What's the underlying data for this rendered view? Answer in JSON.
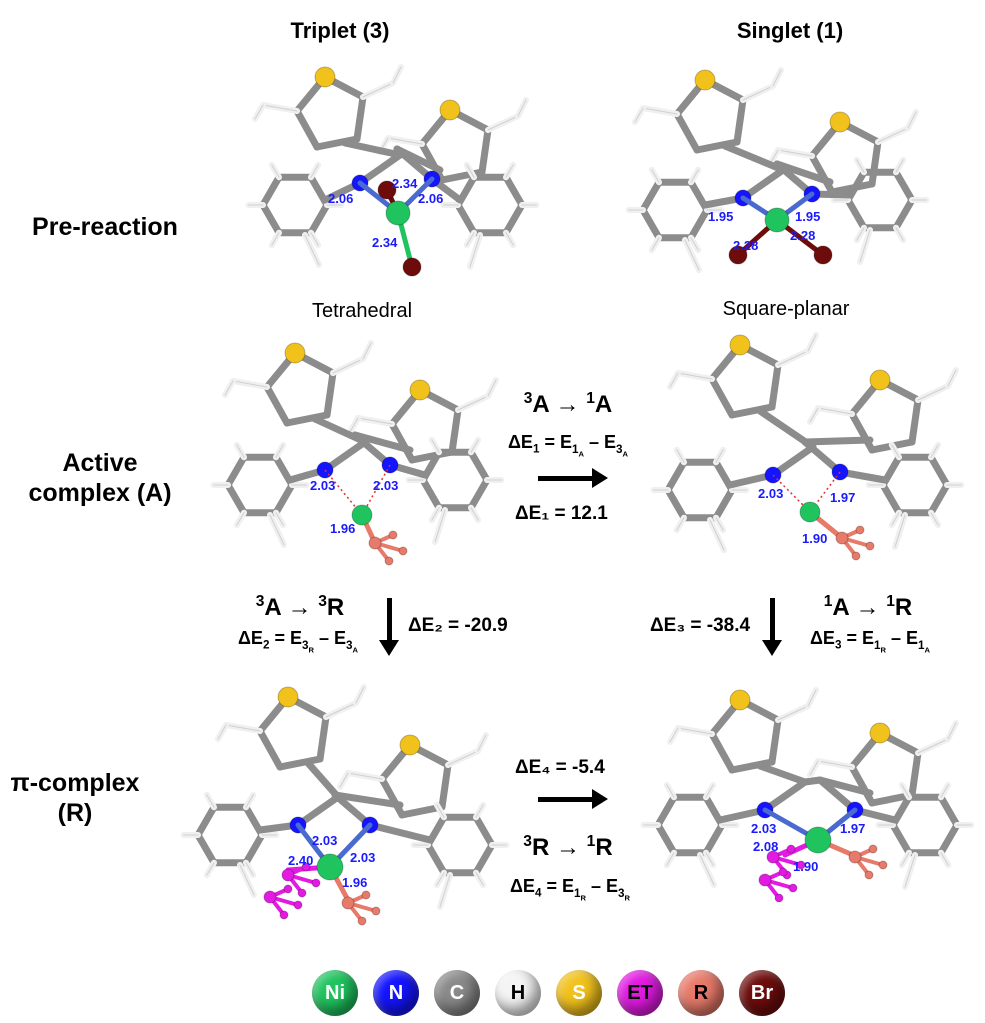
{
  "columns": {
    "triplet": "Triplet (3)",
    "singlet": "Singlet (1)"
  },
  "rows": {
    "pre_reaction": "Pre-reaction",
    "active_line1": "Active",
    "active_line2": "complex (A)",
    "pi_line1": "π-complex",
    "pi_line2": "(R)"
  },
  "geometry": {
    "left": "Tetrahedral",
    "right": "Square-planar"
  },
  "distances": {
    "pre_triplet": [
      "2.06",
      "2.34",
      "2.06",
      "2.34"
    ],
    "pre_singlet": [
      "1.95",
      "1.95",
      "2.28",
      "2.28"
    ],
    "active_triplet": [
      "2.03",
      "2.03",
      "1.96"
    ],
    "active_singlet": [
      "2.03",
      "1.97",
      "1.90"
    ],
    "pi_triplet": [
      "2.03",
      "2.03",
      "2.40",
      "1.96"
    ],
    "pi_singlet": [
      "2.03",
      "1.97",
      "2.08",
      "1.90"
    ]
  },
  "transitions": {
    "t1": {
      "label_l": "3",
      "label_a": "A",
      "label_r": "1",
      "label_b": "A",
      "eq_prefix": "ΔE",
      "eq_idx": "1",
      "eq_mid": " = E",
      "eq_s1": "1",
      "eq_s1b": "A",
      "eq_minus": " – E",
      "eq_s2": "3",
      "eq_s2b": "A",
      "value": "ΔE₁ = 12.1"
    },
    "t2": {
      "label_l": "3",
      "label_a": "A",
      "label_r": "3",
      "label_b": "R",
      "eq_prefix": "ΔE",
      "eq_idx": "2",
      "eq_mid": " = E",
      "eq_s1": "3",
      "eq_s1b": "R",
      "eq_minus": " – E",
      "eq_s2": "3",
      "eq_s2b": "A",
      "value": "ΔE₂ = -20.9"
    },
    "t3": {
      "label_l": "1",
      "label_a": "A",
      "label_r": "1",
      "label_b": "R",
      "eq_prefix": "ΔE",
      "eq_idx": "3",
      "eq_mid": " = E",
      "eq_s1": "1",
      "eq_s1b": "R",
      "eq_minus": " – E",
      "eq_s2": "1",
      "eq_s2b": "A",
      "value": "ΔE₃ = -38.4"
    },
    "t4": {
      "label_l": "3",
      "label_a": "R",
      "label_r": "1",
      "label_b": "R",
      "eq_prefix": "ΔE",
      "eq_idx": "4",
      "eq_mid": " = E",
      "eq_s1": "1",
      "eq_s1b": "R",
      "eq_minus": " – E",
      "eq_s2": "3",
      "eq_s2b": "R",
      "value": "ΔE₄ = -5.4"
    }
  },
  "arrow_glyph": "→",
  "legend": [
    {
      "label": "Ni",
      "color": "#1fc45e"
    },
    {
      "label": "N",
      "color": "#1414ff"
    },
    {
      "label": "C",
      "color": "#8a8a8a"
    },
    {
      "label": "H",
      "color": "#f4f4f4"
    },
    {
      "label": "S",
      "color": "#f2c21c"
    },
    {
      "label": "ET",
      "color": "#e21ae2"
    },
    {
      "label": "R",
      "color": "#e87a6a"
    },
    {
      "label": "Br",
      "color": "#6e0c0c"
    }
  ],
  "colors": {
    "bond": "#8c8c8c",
    "hydrogen": "#f0f0f0",
    "distance_text": "#1a1aff"
  }
}
